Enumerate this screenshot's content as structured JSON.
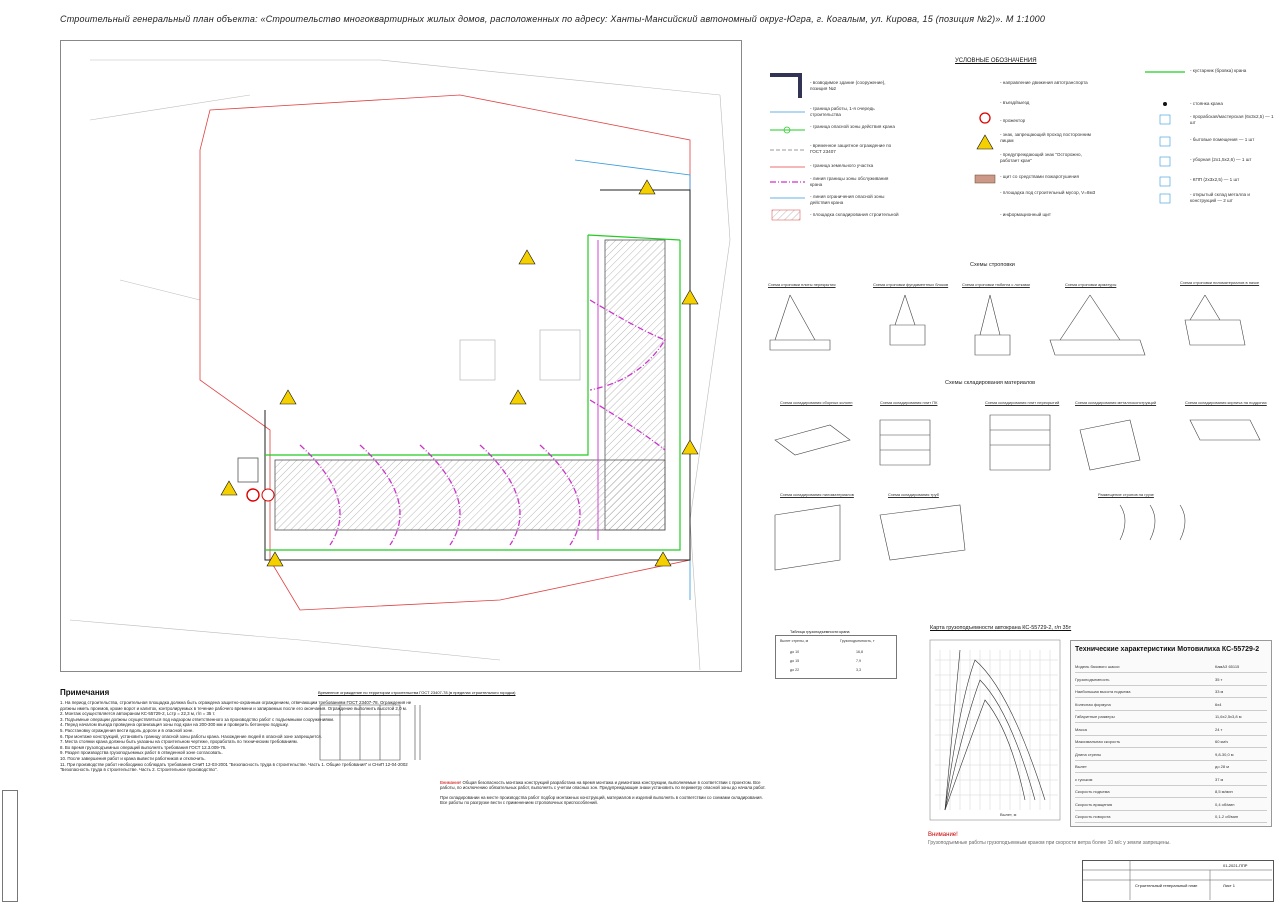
{
  "title": "Строительный генеральный план объекта: «Строительство многоквартирных жилых домов, расположенных по адресу: Ханты-Мансийский автономный округ-Югра, г. Когалым, ул. Кирова, 15 (позиция №2)». М 1:1000",
  "colors": {
    "crane_zone": "#cc33cc",
    "fence": "#22cc22",
    "boundary_red": "#e04040",
    "road_blue": "#3399dd",
    "building_hatch": "#888888",
    "sign_yellow": "#f5d000"
  },
  "legend": {
    "title": "УСЛОВНЫЕ ОБОЗНАЧЕНИЯ",
    "col1": [
      "- возводимое здание (сооружение), позиция №2",
      "- граница работы, 1-я очередь строительства",
      "- граница опасной зоны действия крана",
      "- временное защитное ограждение по ГОСТ 23407",
      "- граница земельного участка",
      "- линия границы зоны обслуживания крана",
      "- линия ограничения опасной зоны действия крана",
      "- площадка складирования строительной"
    ],
    "col2": [
      "- направление движения автотранспорта",
      "- въезд/выезд",
      "- прожектор",
      "- знак, запрещающий проход посторонним лицам",
      "- предупреждающий знак \"Осторожно, работает кран\"",
      "- щит со средствами пожаротушения",
      "- площадка под строительный мусор, V=8м3",
      "- информационный щит"
    ],
    "col3": [
      "- кустарник (бровка) крана",
      "- стоянка крана",
      "- прорабская/мастерская (6х3х2,5) — 1 шт",
      "- бытовые помещения — 1 шт",
      "- уборная (2х1,5х2,6) — 1 шт",
      "- КПП (2х3х2,5) — 1 шт",
      "- открытый склад металла и конструкций — 2 шт",
      ""
    ]
  },
  "sling": {
    "section_title": "Схемы строповки",
    "items": [
      "Схема строповки плиты перекрытия",
      "Схема строповки фундаментных блоков",
      "Схема строповки тюбинга с лотками",
      "Схема строповки арматуры",
      "Схема строповки пиломатериалов в пачке"
    ]
  },
  "storage": {
    "section_title": "Схемы складирования материалов",
    "items": [
      "Схема складирования сборных колонн",
      "Схема складирования плит ПК",
      "Схема складирования плит перекрытий",
      "Схема складирования металлоконструкций",
      "Схема складирования кирпича на поддонах",
      "Схема складирования пиломатериалов",
      "Схема складирования труб",
      "Размещение стропов на грузе"
    ]
  },
  "fence_detail": "Временное ограждение по территории строительства ГОСТ 23407-78 (в пределах строительного городка)",
  "lift_table": {
    "title": "Таблица грузоподъемности крана",
    "headers": [
      "Вылет стрелы, м",
      "Грузоподъемность, т"
    ],
    "rows": [
      [
        "до 10",
        "16,8"
      ],
      [
        "до 15",
        "7,9"
      ],
      [
        "до 22",
        "3,3"
      ]
    ]
  },
  "crane_chart": {
    "title": "Карта грузоподъемности автокрана КС-55729-2, г/п 35т",
    "xlabel": "Вылет, м"
  },
  "spec": {
    "title": "Технические характеристики Мотовилиха КС-55729-2",
    "rows": [
      [
        "Модель базового шасси",
        "КамАЗ 65115"
      ],
      [
        "Грузоподъемность",
        "35 т"
      ],
      [
        "Наибольшая высота подъема",
        "33 м"
      ],
      [
        "Колесная формула",
        "6х4"
      ],
      [
        "Габаритные размеры",
        "11,6х2,5х3,8 м"
      ],
      [
        "Масса",
        "24 т"
      ],
      [
        "Максимальная скорость",
        "60 км/ч"
      ],
      [
        "Длина стрелы",
        "9,8-30,0 м"
      ],
      [
        "Вылет",
        "до 28 м"
      ],
      [
        "с гуськом",
        "37 м"
      ],
      [
        "Скорость подъема",
        "8,5 м/мин"
      ],
      [
        "Скорость вращения",
        "0,4 об/мин"
      ],
      [
        "Скорость поворота",
        "0,1-2 об/мин"
      ]
    ]
  },
  "notes": {
    "title": "Примечания",
    "items": [
      "1. На период строительства, строительная площадка должна быть ограждена защитно-охранным ограждением, отвечающим требованиям ГОСТ 23407-78. Ограждения не должны иметь проемов, кроме ворот и калиток, контролируемых в течение рабочего времени и запираемых после его окончания. Ограждение выполнить высотой 2,0 м.",
      "2. Монтаж осуществляется автокраном КС-55729-2, Lстр = 22,3 м, г/п = 35 т.",
      "3. Подъемные операции должны осуществляться под надзором ответственного за производство работ с подъемными сооружениями.",
      "4. Перед началом въезда проведена организация зоны под кран на 200-300 мм и проверить бетонную подушку.",
      "5. Расстановку ограждения вести вдоль дороги и в опасной зоне.",
      "6. При монтаже конструкций, установить границу опасной зоны работы крана. Нахождение людей в опасной зоне запрещается.",
      "7. Места стоянки крана должны быть указаны на строительном чертеже, проработать по техническим требованиям.",
      "8. Во время грузоподъемных операций выполнять требования ГОСТ 12.3.009-76.",
      "9. Раздел производства грузоподъемных работ в отведенной зоне согласовать.",
      "10. После завершения работ и крана вывести работников и отключить.",
      "11. При производстве работ необходимо соблюдать требования СНиП 12-03-2001 \"Безопасность труда в строительстве. Часть 1. Общие требования\" и СНиП 12-04-2002 \"Безопасность труда в строительстве. Часть 2. Строительное производство\"."
    ]
  },
  "attention": {
    "label": "Внимание!",
    "text": "Общая безопасность монтажа конструкций разработана на время монтажа и демонтажа конструкции, выполняемые в соответствии с проектом. Все работы, по исключению обязательных работ, выполнять с учетом опасных зон. Предупреждающие знаки установить по периметру опасной зоны до начала работ.",
    "text2": "При складировании на месте производства работ подбор монтажных конструкций, материалов и изделий выполнять в соответствии со схемами складирования. Все работы по разгрузке вести с применением строповочных приспособлений."
  },
  "warning": {
    "title": "Внимание!",
    "text": "Грузоподъемные работы грузоподъемным краном при скорости ветра более 10 м/с у земли запрещены."
  },
  "stamp": {
    "code": "01-2021-ППР",
    "name": "Строительный генеральный план",
    "sheet": "Лист 1"
  }
}
